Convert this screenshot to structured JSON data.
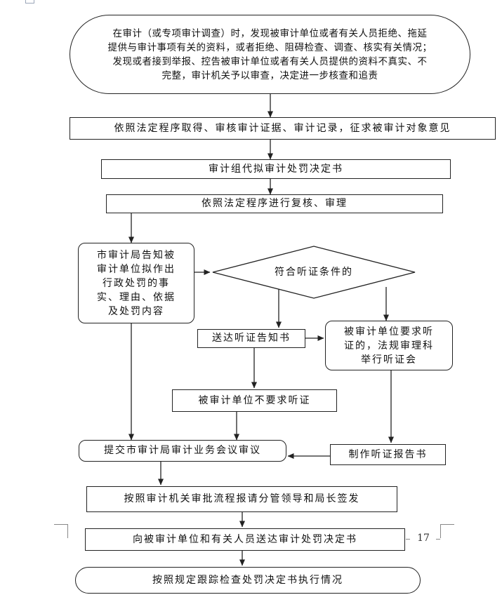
{
  "flowchart": {
    "start": {
      "lines": [
        "在审计（或专项审计调查）时，发现被审计单位或者有关人员拒绝、拖延",
        "提供与审计事项有关的资料，或者拒绝、阻碍检查、调查、核实有关情况；",
        "发现或者接到举报、控告被审计单位或者有关人员提供的资料不真实、不",
        "完整，审计机关予以审查，决定进一步核查和追责"
      ]
    },
    "step_evidence": "依照法定程序取得、审核审计证据、审计记录，征求被审计对象意见",
    "step_draft": "审计组代拟审计处罚决定书",
    "step_review": "依照法定程序进行复核、审理",
    "step_notify": {
      "lines": [
        "市审计局告知被",
        "审计单位拟作出",
        "行政处罚的事",
        "实、理由、依据",
        "及处罚内容"
      ]
    },
    "decision": "符合听证条件的",
    "step_hearing_notice": "送达听证告知书",
    "step_hearing_request": {
      "lines": [
        "被审计单位要求听",
        "证的，法规审理科",
        "举行听证会"
      ]
    },
    "step_no_hearing": "被审计单位不要求听证",
    "step_meeting": "提交市审计局审计业务会议审议",
    "step_hearing_report": "制作听证报告书",
    "step_approval": "按照审计机关审批流程报请分管领导和局长签发",
    "step_deliver": "向被审计单位和有关人员送达审计处罚决定书",
    "end": "按照规定跟踪检查处罚决定书执行情况"
  },
  "page_number": "17",
  "colors": {
    "line": "#222222",
    "background": "#ffffff",
    "text": "#111111"
  }
}
